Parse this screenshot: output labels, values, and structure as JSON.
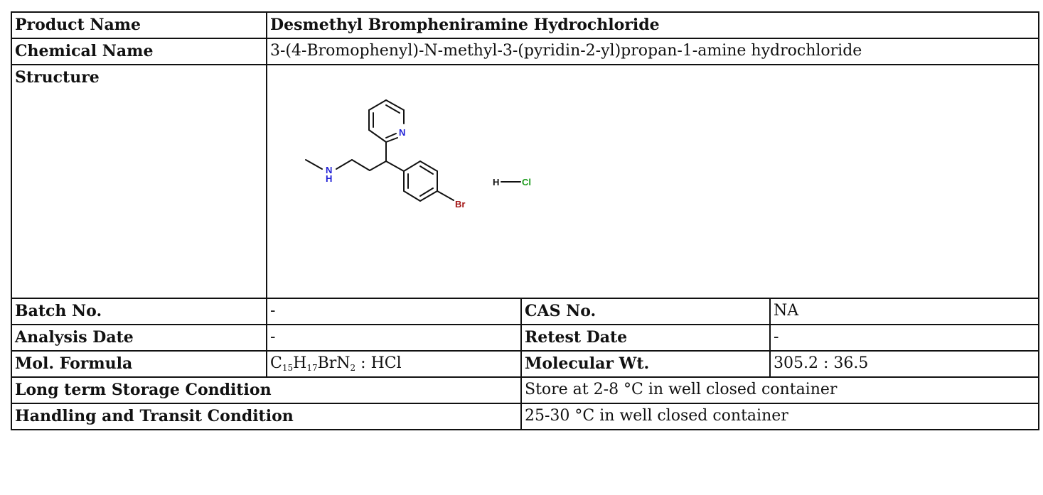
{
  "product_name": {
    "label": "Product Name",
    "value": "Desmethyl Brompheniramine Hydrochloride"
  },
  "chemical_name": {
    "label": "Chemical Name",
    "value": "3-(4-Bromophenyl)-N-methyl-3-(pyridin-2-yl)propan-1-amine hydrochloride"
  },
  "structure": {
    "label": "Structure",
    "atoms": {
      "n_ring": "N",
      "n_amine": "N",
      "h_amine": "H",
      "br": "Br",
      "h_acid": "H",
      "cl": "Cl"
    },
    "atom_colors": {
      "nitrogen": "#1f1fd6",
      "bromine": "#a31515",
      "chlorine": "#1a9a1a",
      "hydrogen": "#111111"
    }
  },
  "batch_no": {
    "label": "Batch No.",
    "value": "-"
  },
  "cas_no": {
    "label": "CAS No.",
    "value": "NA"
  },
  "analysis_date": {
    "label": "Analysis Date",
    "value": "-"
  },
  "retest_date": {
    "label": "Retest Date",
    "value": "-"
  },
  "mol_formula": {
    "label": "Mol. Formula",
    "c": "C",
    "c_sub": "15",
    "h": "H",
    "h_sub": "17",
    "brn": "BrN",
    "n_sub": "2",
    "suffix": " : HCl"
  },
  "molecular_wt": {
    "label": "Molecular Wt.",
    "value": "305.2 : 36.5"
  },
  "long_term_storage": {
    "label": "Long term Storage Condition",
    "value": "Store at 2-8 °C in well closed container"
  },
  "handling_transit": {
    "label": "Handling and Transit Condition",
    "value": "25-30 °C in well closed container"
  }
}
